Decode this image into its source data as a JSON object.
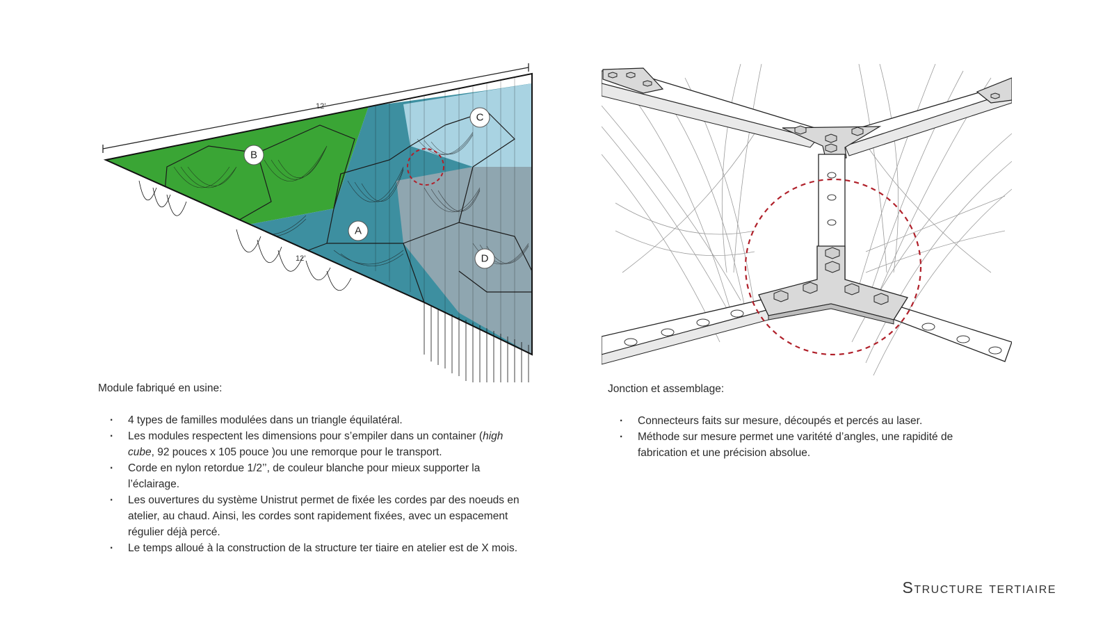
{
  "left_figure": {
    "dimension_top": "12’",
    "dimension_side": "12’",
    "tags": {
      "a": "A",
      "b": "B",
      "c": "C",
      "d": "D"
    }
  },
  "left_caption": {
    "heading": "Module fabriqué en usine:",
    "bullets": [
      "4 types de familles modulées dans un triangle équilatéral.",
      "Les modules respectent les dimensions pour s’empiler dans un container",
      "Corde en nylon retordue 1/2’’, de couleur blanche pour mieux supporter la l’éclairage.",
      "Les ouvertures du système Unistrut permet de fixée les cordes par des noeuds en atelier, au chaud. Ainsi, les cordes sont rapidement fixées, avec un espacement régulier déjà percé.",
      "Le temps alloué à la construction de la structure ter tiaire en atelier est de X mois."
    ],
    "bullet2_italic": "high cube",
    "bullet2_rest": ", 92 pouces x 105 pouce )ou une remorque pour le transport.",
    "bullet2_open": "("
  },
  "right_caption": {
    "heading": "Jonction et assemblage:",
    "bullets": [
      "Connecteurs faits sur mesure, découpés et percés au laser.",
      "Méthode sur mesure permet une varitété d’angles, une rapidité de fabrication et une précision absolue."
    ]
  },
  "section_title": "Structure tertiaire",
  "colors": {
    "green": "#3aa535",
    "teal": "#3d8fa0",
    "light_blue": "#a9d3e2",
    "gray_blue": "#8fa6b0",
    "highlight_dashed": "#b0202a"
  }
}
